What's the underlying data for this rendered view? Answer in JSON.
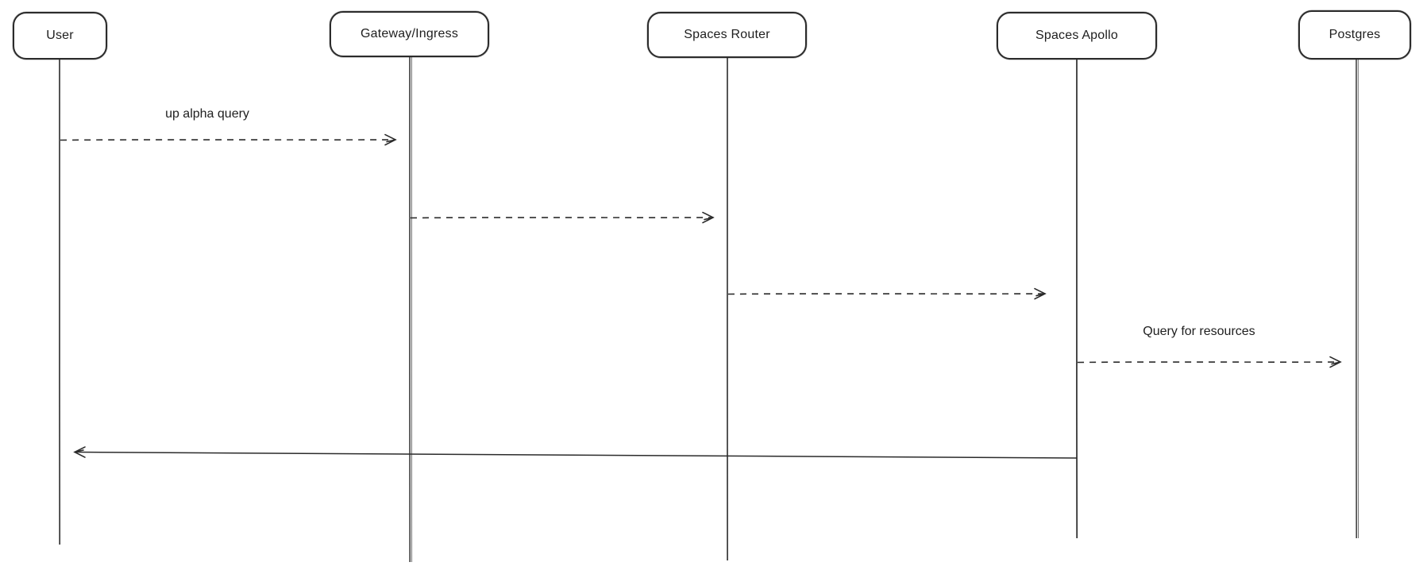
{
  "diagram": {
    "kind": "sequence-diagram",
    "background_color": "#ffffff",
    "stroke_color": "#2b2b2b",
    "text_color": "#1e1e1e",
    "actors": [
      {
        "label": "User"
      },
      {
        "label": "Gateway/Ingress"
      },
      {
        "label": "Spaces Router"
      },
      {
        "label": "Spaces Apollo"
      },
      {
        "label": "Postgres"
      }
    ],
    "messages": [
      {
        "label": "up alpha query",
        "from": "User",
        "to": "Gateway/Ingress",
        "line": "dashed",
        "direction": "right"
      },
      {
        "label": "",
        "from": "Gateway/Ingress",
        "to": "Spaces Router",
        "line": "dashed",
        "direction": "right"
      },
      {
        "label": "",
        "from": "Spaces Router",
        "to": "Spaces Apollo",
        "line": "dashed",
        "direction": "right"
      },
      {
        "label": "Query for resources",
        "from": "Spaces Apollo",
        "to": "Postgres",
        "line": "dashed",
        "direction": "right"
      },
      {
        "label": "",
        "from": "Spaces Apollo",
        "to": "User",
        "line": "solid",
        "direction": "left"
      }
    ]
  }
}
